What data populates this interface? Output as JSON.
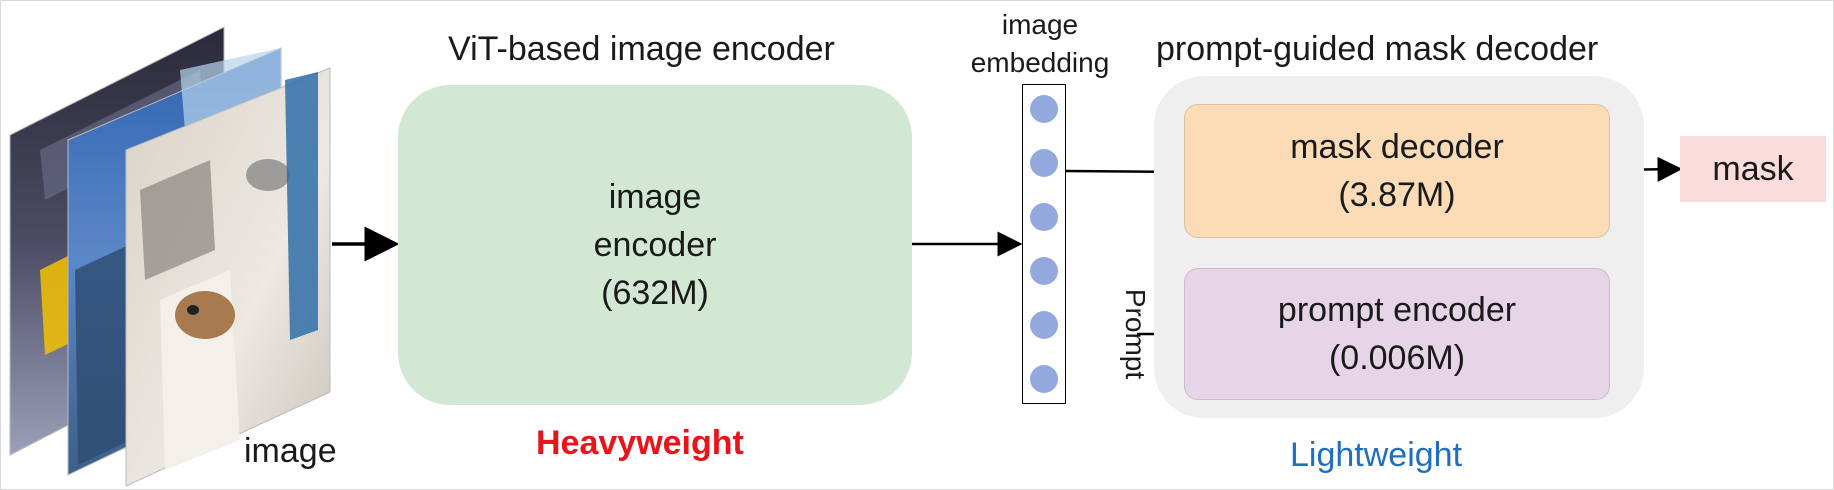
{
  "image_stack": {
    "label": "image"
  },
  "encoder": {
    "heading": "ViT-based image encoder",
    "box_line1": "image",
    "box_line2": "encoder",
    "box_line3": "(632M)",
    "weight_label": "Heavyweight",
    "box_color": "#d3e8d4",
    "weight_color": "#e8141a"
  },
  "embedding": {
    "label_line1": "image",
    "label_line2": "embedding",
    "dot_count": 6,
    "dot_color": "#93a9de"
  },
  "decoder_group": {
    "heading": "prompt-guided mask decoder",
    "weight_label": "Lightweight",
    "group_bg": "#efefef",
    "weight_color": "#1f6fbf"
  },
  "mask_decoder": {
    "line1": "mask decoder",
    "line2": "(3.87M)",
    "color": "#fbdcb6"
  },
  "prompt_encoder": {
    "line1": "prompt encoder",
    "line2": "(0.006M)",
    "color": "#e5d5e6"
  },
  "prompt_input": {
    "label": "Prompt"
  },
  "output": {
    "label": "mask",
    "color": "#fadcdc"
  }
}
